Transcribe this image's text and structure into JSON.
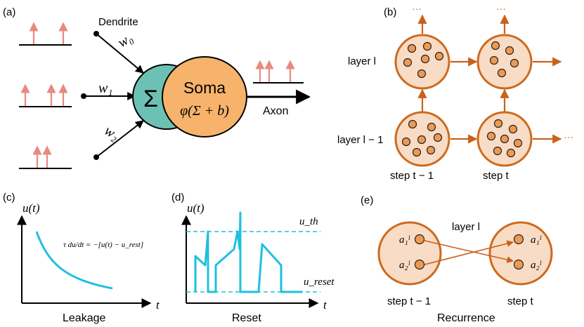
{
  "panel_a": {
    "label": "(a)",
    "dendrite": "Dendrite",
    "w0": "w₀",
    "w1": "w₁",
    "w2": "w₂",
    "sigma": "Σ",
    "soma": "Soma",
    "activation": "φ(Σ + b)",
    "axon": "Axon"
  },
  "panel_b": {
    "label": "(b)",
    "layer_l": "layer l",
    "layer_l_minus_1": "layer l − 1",
    "step_prev": "step t − 1",
    "step_t": "step t",
    "dots": "···"
  },
  "panel_c": {
    "label": "(c)",
    "y_axis": "u(t)",
    "x_axis": "t",
    "equation": "τ du/dt = −[u(t) − u_rest]",
    "caption": "Leakage"
  },
  "panel_d": {
    "label": "(d)",
    "y_axis": "u(t)",
    "x_axis": "t",
    "u_th": "u_th",
    "u_reset": "u_reset",
    "caption": "Reset"
  },
  "panel_e": {
    "label": "(e)",
    "layer_l": "layer l",
    "a1": "a₁ˡ",
    "a2": "a₂ˡ",
    "step_prev": "step t − 1",
    "step_t": "step t",
    "caption": "Recurrence"
  },
  "colors": {
    "spike": "#e88a80",
    "soma": "#f7b36b",
    "sigma": "#6cc1b4",
    "net_fill": "#f9dcc6",
    "net_stroke": "#cc6a1e",
    "net_dot": "#ee9a52",
    "trace": "#20bfe0"
  }
}
